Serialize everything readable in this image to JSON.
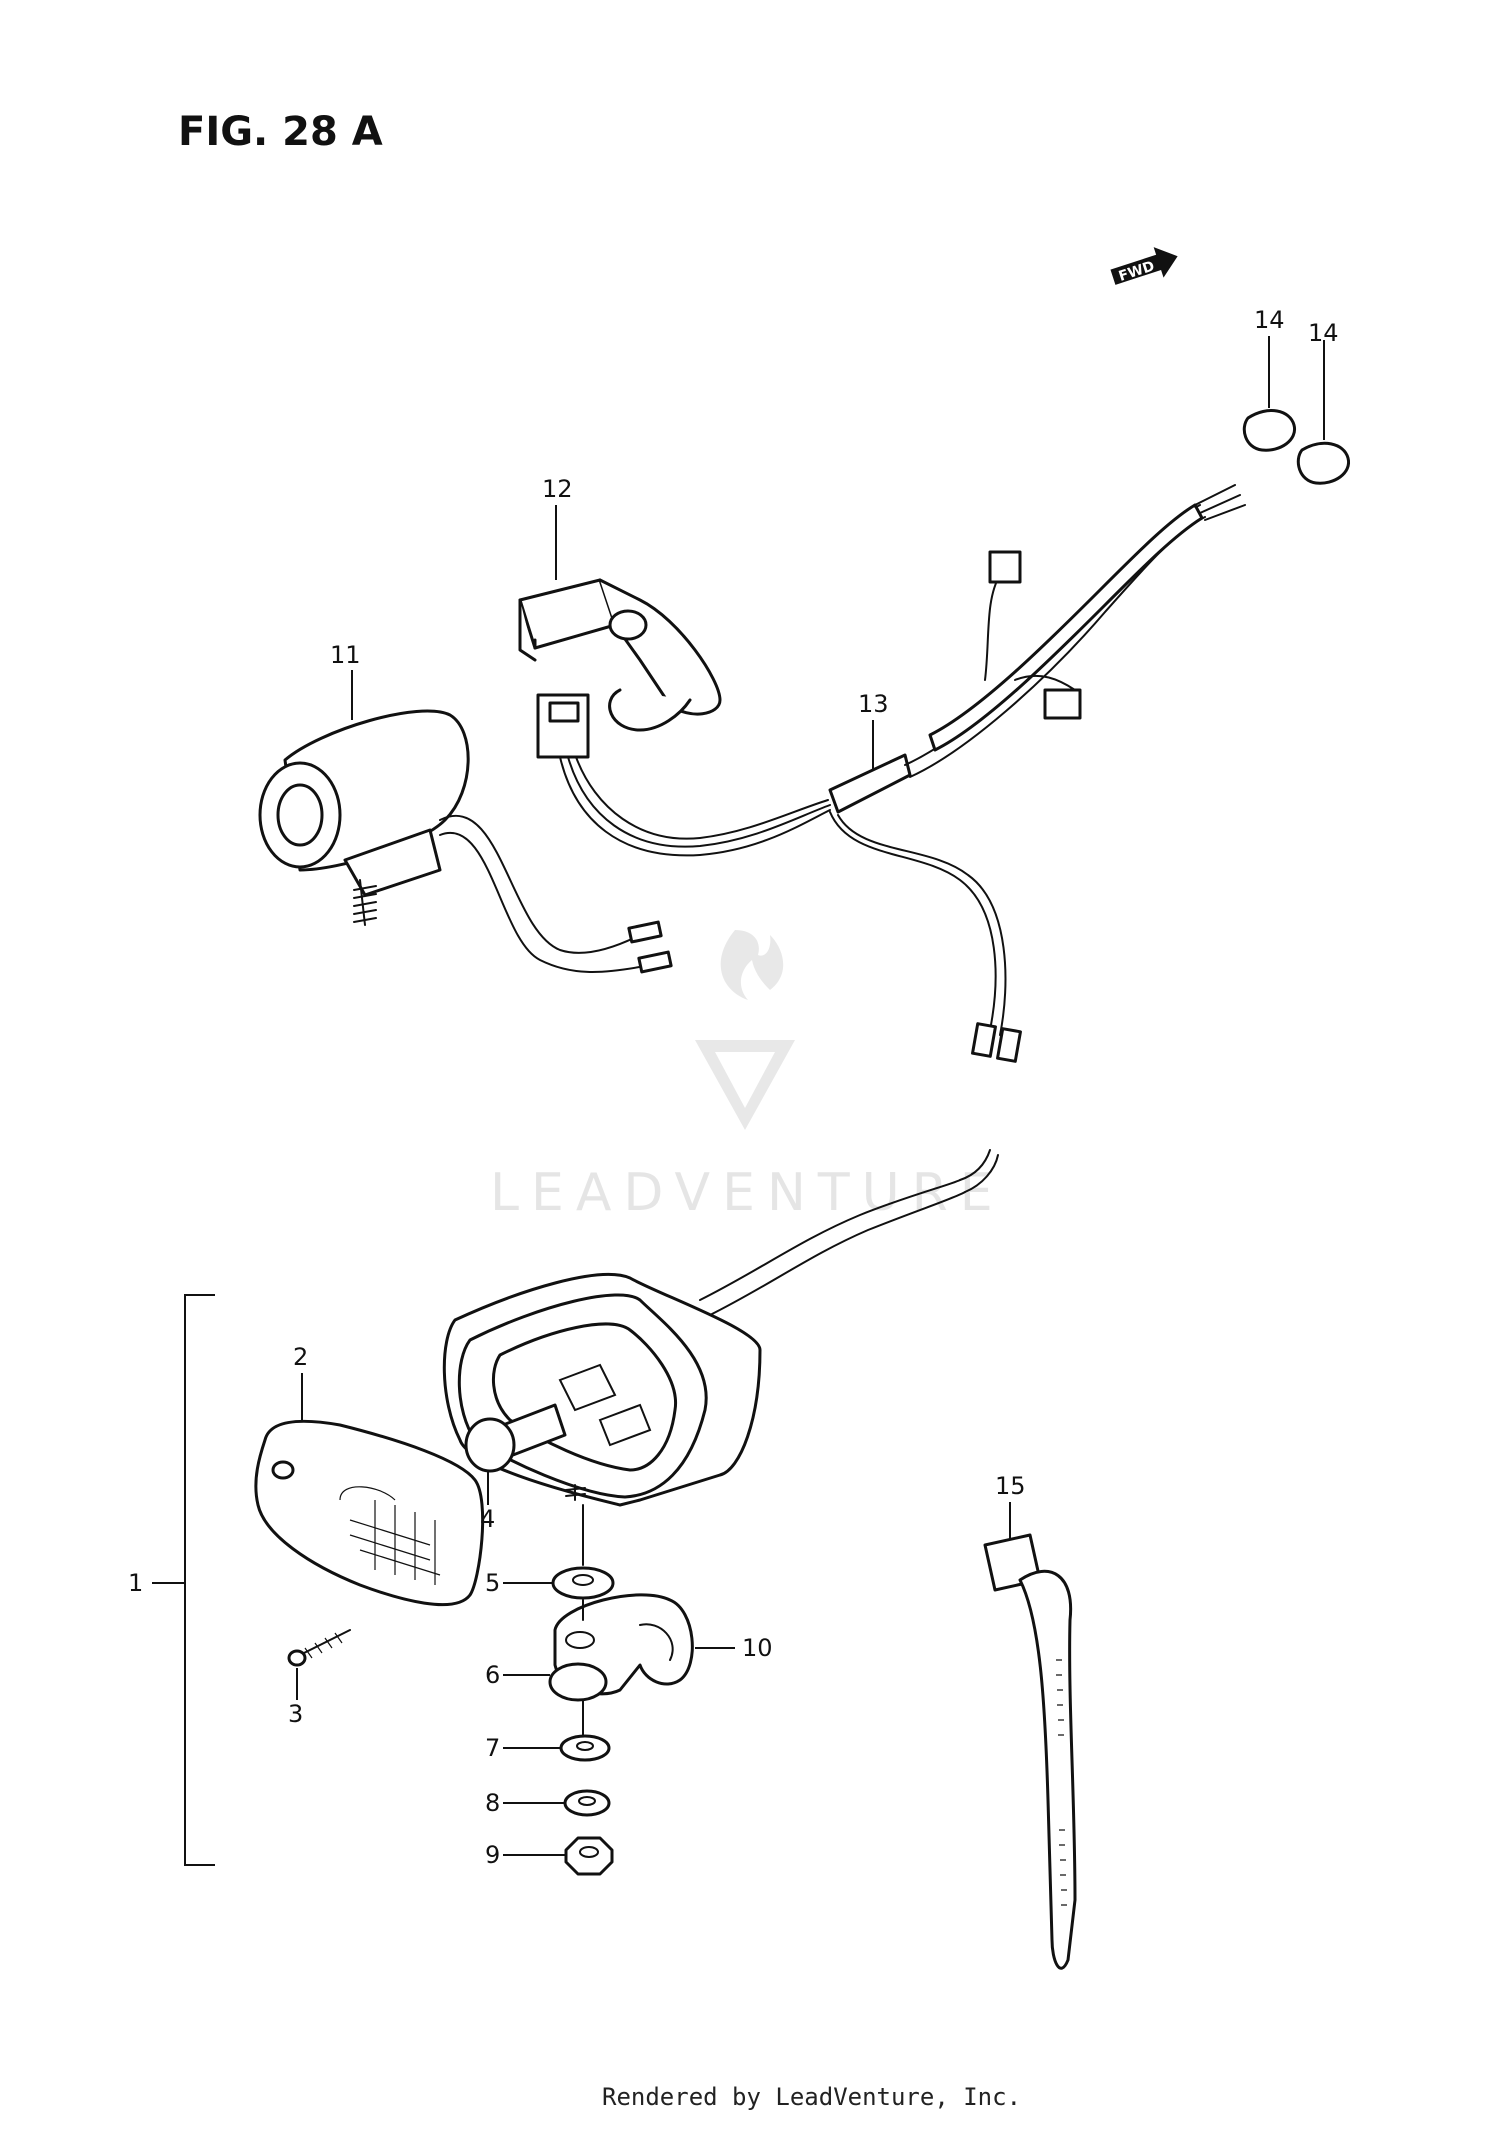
{
  "figure": {
    "title": "FIG. 28 A",
    "fwd_label": "FWD",
    "footer": "Rendered by LeadVenture, Inc.",
    "watermark": "LEADVENTURE"
  },
  "callouts": [
    {
      "id": "1",
      "label": "1"
    },
    {
      "id": "2",
      "label": "2"
    },
    {
      "id": "3",
      "label": "3"
    },
    {
      "id": "4",
      "label": "4"
    },
    {
      "id": "5",
      "label": "5"
    },
    {
      "id": "6",
      "label": "6"
    },
    {
      "id": "7",
      "label": "7"
    },
    {
      "id": "8",
      "label": "8"
    },
    {
      "id": "9",
      "label": "9"
    },
    {
      "id": "10",
      "label": "10"
    },
    {
      "id": "11",
      "label": "11"
    },
    {
      "id": "12",
      "label": "12"
    },
    {
      "id": "13",
      "label": "13"
    },
    {
      "id": "14a",
      "label": "14"
    },
    {
      "id": "14b",
      "label": "14"
    },
    {
      "id": "15",
      "label": "15"
    }
  ]
}
